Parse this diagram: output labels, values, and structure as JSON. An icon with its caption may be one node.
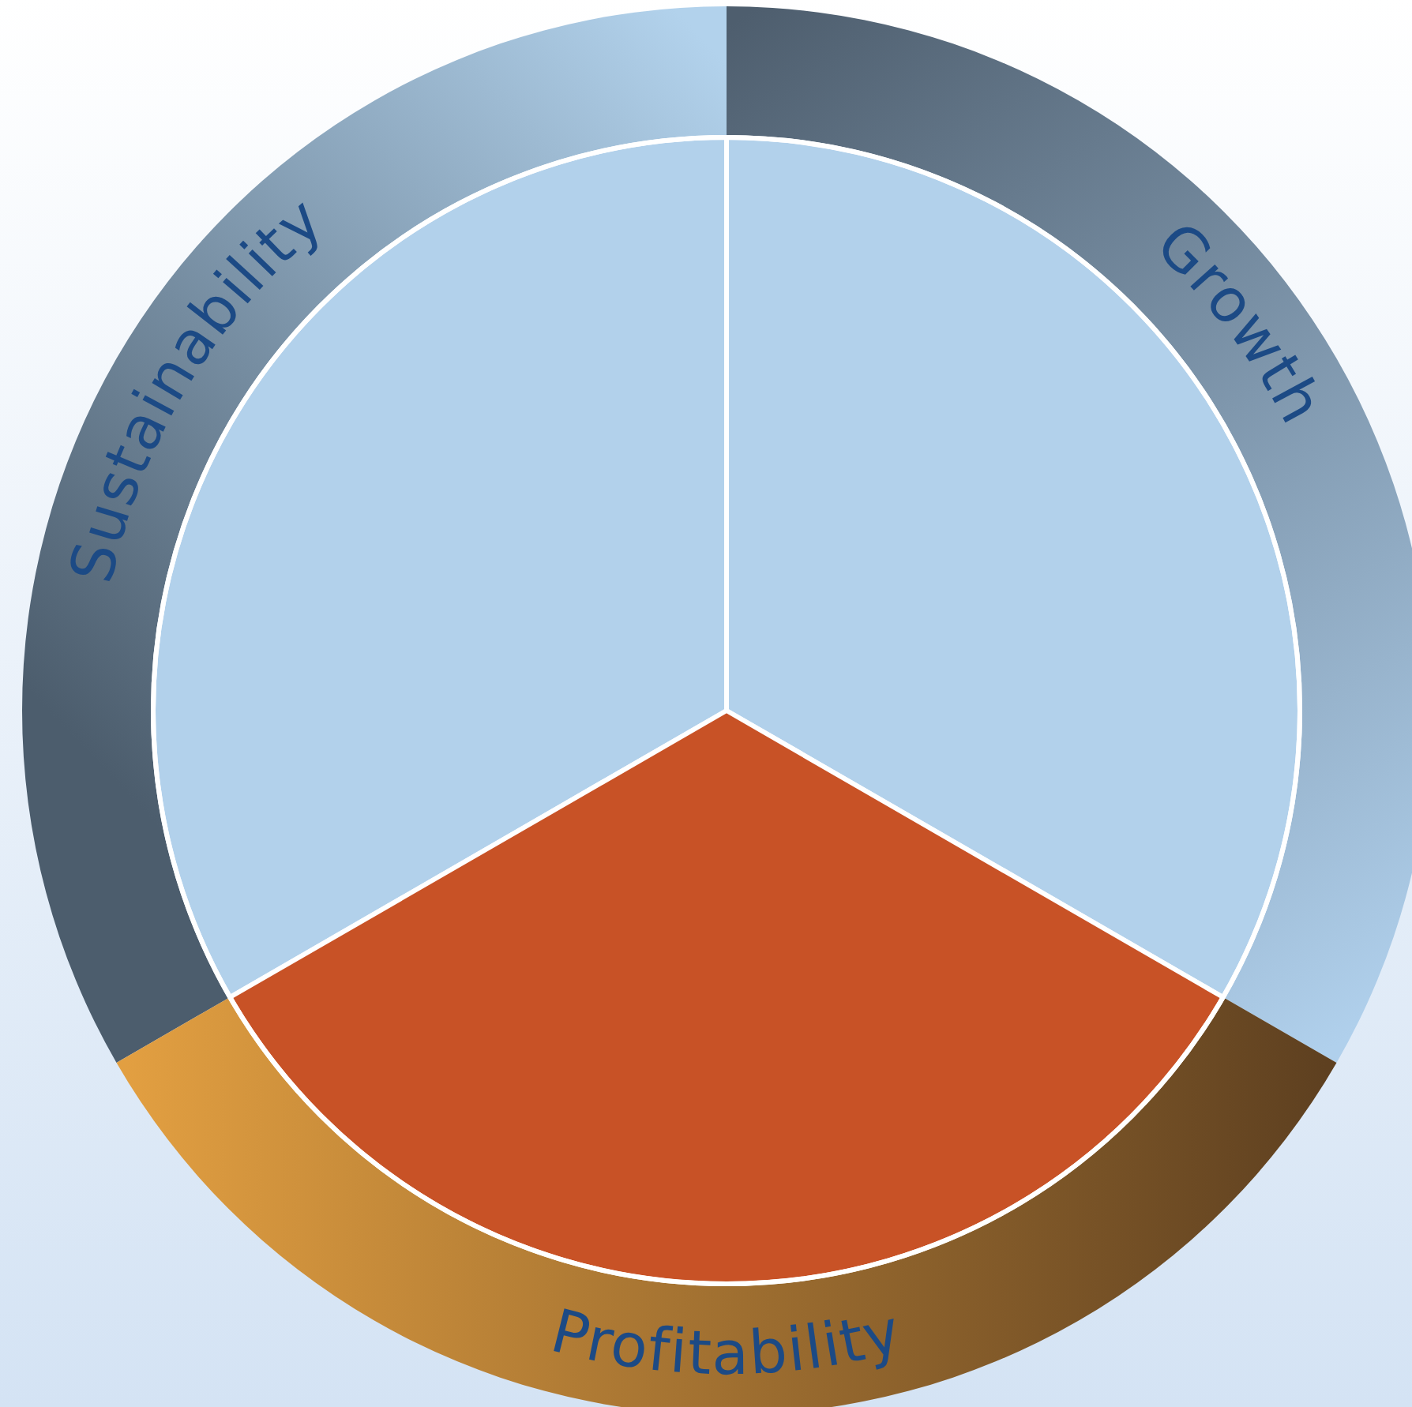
{
  "diagram": {
    "nodes": [
      {
        "text": [
          "Sustainability"
        ]
      },
      {
        "text": [
          "Growth"
        ]
      },
      {
        "text": [
          "Profitability"
        ]
      },
      {
        "text": [],
        "shape": "sector"
      },
      {
        "text": [],
        "shape": "sector"
      },
      {
        "text": [],
        "shape": "sector"
      }
    ]
  }
}
